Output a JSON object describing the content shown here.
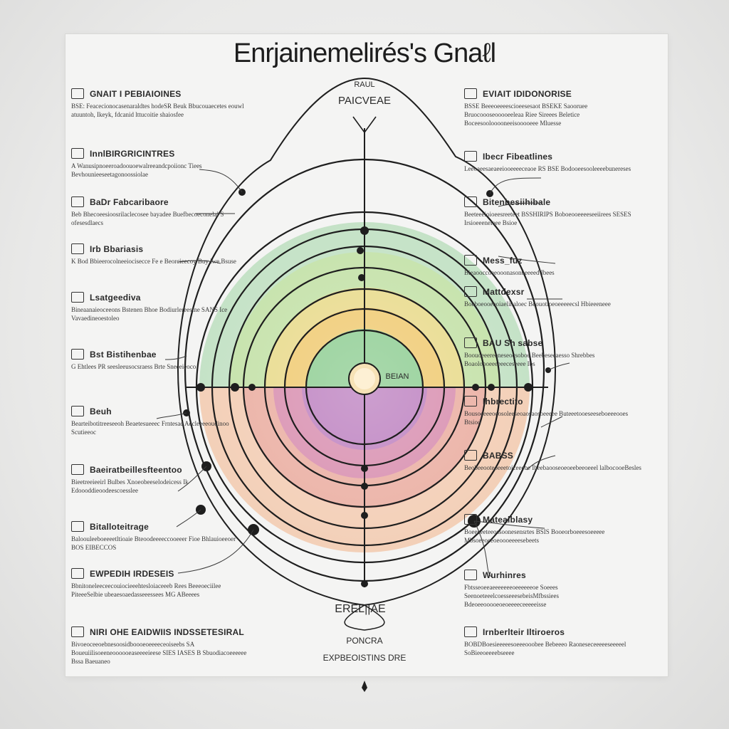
{
  "title": "Enrjainemelirés's Gnaℓl",
  "diagram": {
    "top_label_small": "RAUL",
    "top_label": "PAICVEAE",
    "center_label": "BEIAN",
    "bottom_label": "EREL||AE",
    "bottom_caption_1": "PONCRA",
    "bottom_caption_2": "EXPBEOISTINS DRE",
    "ring_colors": [
      "#9dd3a0",
      "#c6e2a4",
      "#efd98a",
      "#f1c870",
      "#7fcf9a"
    ],
    "lower_colors": [
      "#f2c6a8",
      "#e9a9a0",
      "#d58ab4",
      "#b67fc6"
    ]
  },
  "notes_left": [
    {
      "title": "GNAIT I PEBIAIOINES",
      "body": "BSE: Feacecionocasenaraldtes hodeSR Beuk Bbucouaecetes eouwl atuuntoh, Ikeyk, fdcanid lttucoitie shaiosfee"
    },
    {
      "title": "InnlBIRGRICINTRES",
      "body": "A Wanusipnoeeroadoouoewalreeandcpoiionc Tiees Bevhounieeseetagonoossiolae"
    },
    {
      "title": "BaDr Fabcaribaore",
      "body": "Beb Bhecoeesioosrilaclecosee bayadee Buefbecoeconelal S ofesesdlaecs"
    },
    {
      "title": "Irb Bbariasis",
      "body": "K Bod Bbieerocolneeiocisecce Fe e Beorcieecoy Buy lwe Bsuse"
    },
    {
      "title": "Lsatgeediva",
      "body": "Bineaanaieoceeons Bstenen Bhoe Bodiurlereestne SANS Ice Vavaedineoestoleo"
    },
    {
      "title": "Bst Bistihenbae",
      "body": "G Ehtlees PR seesleeusocsraess Brte Sneeeieoco"
    },
    {
      "title": "Beuh",
      "body": "Bearteibotitreeseeoh Beaetesueeec Frntesac Aecleeeeoudinoo Scutieeoc"
    },
    {
      "title": "Baeiratbeillesfteentoo",
      "body": "Bieetreeieeirl Bulbes Xnoeobeeselodeicess Ik Edoooddieoodeescoesslee"
    },
    {
      "title": "Bitalloteitrage",
      "body": "Baloouleeboeeeetltioaie Bteoodeeeeccooeeer Fioe Bhlauioeeoer BOS EIBECCOS"
    },
    {
      "title": "EWPEDIH IRDESEIS",
      "body": "Bbnitoneleeceecouiocieeehtesloiaceeeb Rees Beeeoeciilee PiteeeSelbie ubeaesoaedasseeessees MG ABeeees"
    },
    {
      "title": "NIRI OHE EAIDWIIS INDSSETESIRAL",
      "body": "Bivoeoceeoebnesoosidboooeoeeeeceoiseebs SA Boueuiilisoeeneoooooeaseeeeieese SIES IASES B Sbuodiacoeeeeee Bssa Baeuaneo"
    }
  ],
  "notes_right": [
    {
      "title": "EVIAIT IDIDONORISE",
      "body": "BSSE Beeeoeeeescioeesesaot BSEKE Saooruee Bruocoooseooooeeleaa Riee Sireees Beletice Boceesoolooooneeisooooeee Mluesse"
    },
    {
      "title": "Ibecr Fibeatlines",
      "body": "Leeoaeesaeaeeiooeeeeceaoe RS BSE Bodooeesooleeeebunereses"
    },
    {
      "title": "Bitenbesiihibale",
      "body": "Beeteeeioioeesreeteet BSSHIRIPS Boboeooeeeeseeiirees SESES Irsioeeeneleee Bsioe"
    },
    {
      "title": "Mess_fuz",
      "body": "Bieaooccoeeooonasonbeeeed Ibees"
    },
    {
      "title": "Mattdexsr",
      "body": "Boeboeooeeoiaelinaloec Beouotioeoeeeeecsl Hbieeeneee"
    },
    {
      "title": "BAU Sh sabse",
      "body": "Boouoeeereeneseocsoboe Beebesecaesso Shrebbes Boaoloooeeeeeeceseeee Ibs"
    },
    {
      "title": "Ihbrectito",
      "body": "Bousoeeeeoeosoleeseoaosaosoeeeee Buteeetooeseeseboeeeooes Btsiod"
    },
    {
      "title": "BABSS",
      "body": "Beobeeooteoeeetoiceeebe Ibeebaooseoeoeebeeoeeel lalbocooeBesles"
    },
    {
      "title": "Matealblasy",
      "body": "Boeeeeeteeossoonesensrtes BSIS Booeorboeeesoeeeee Mbsoeeoeeoeoooeeeesebeets"
    },
    {
      "title": "Wurhinres",
      "body": "Fbtsseoeeaeeeeeeeoeeeeeeoe Soeees SeenoeteeelcoesseeesebeisMfbssiees Bdeoeeooooeoeoeeeeceeeeeisse"
    },
    {
      "title": "Irnberlteir Iltiroeros",
      "body": "BOBDBoesieeeeesoeeeooobee Bebeeeo Raoneseceeeeeseeeeel SoBieeoeeeebseeee"
    }
  ]
}
